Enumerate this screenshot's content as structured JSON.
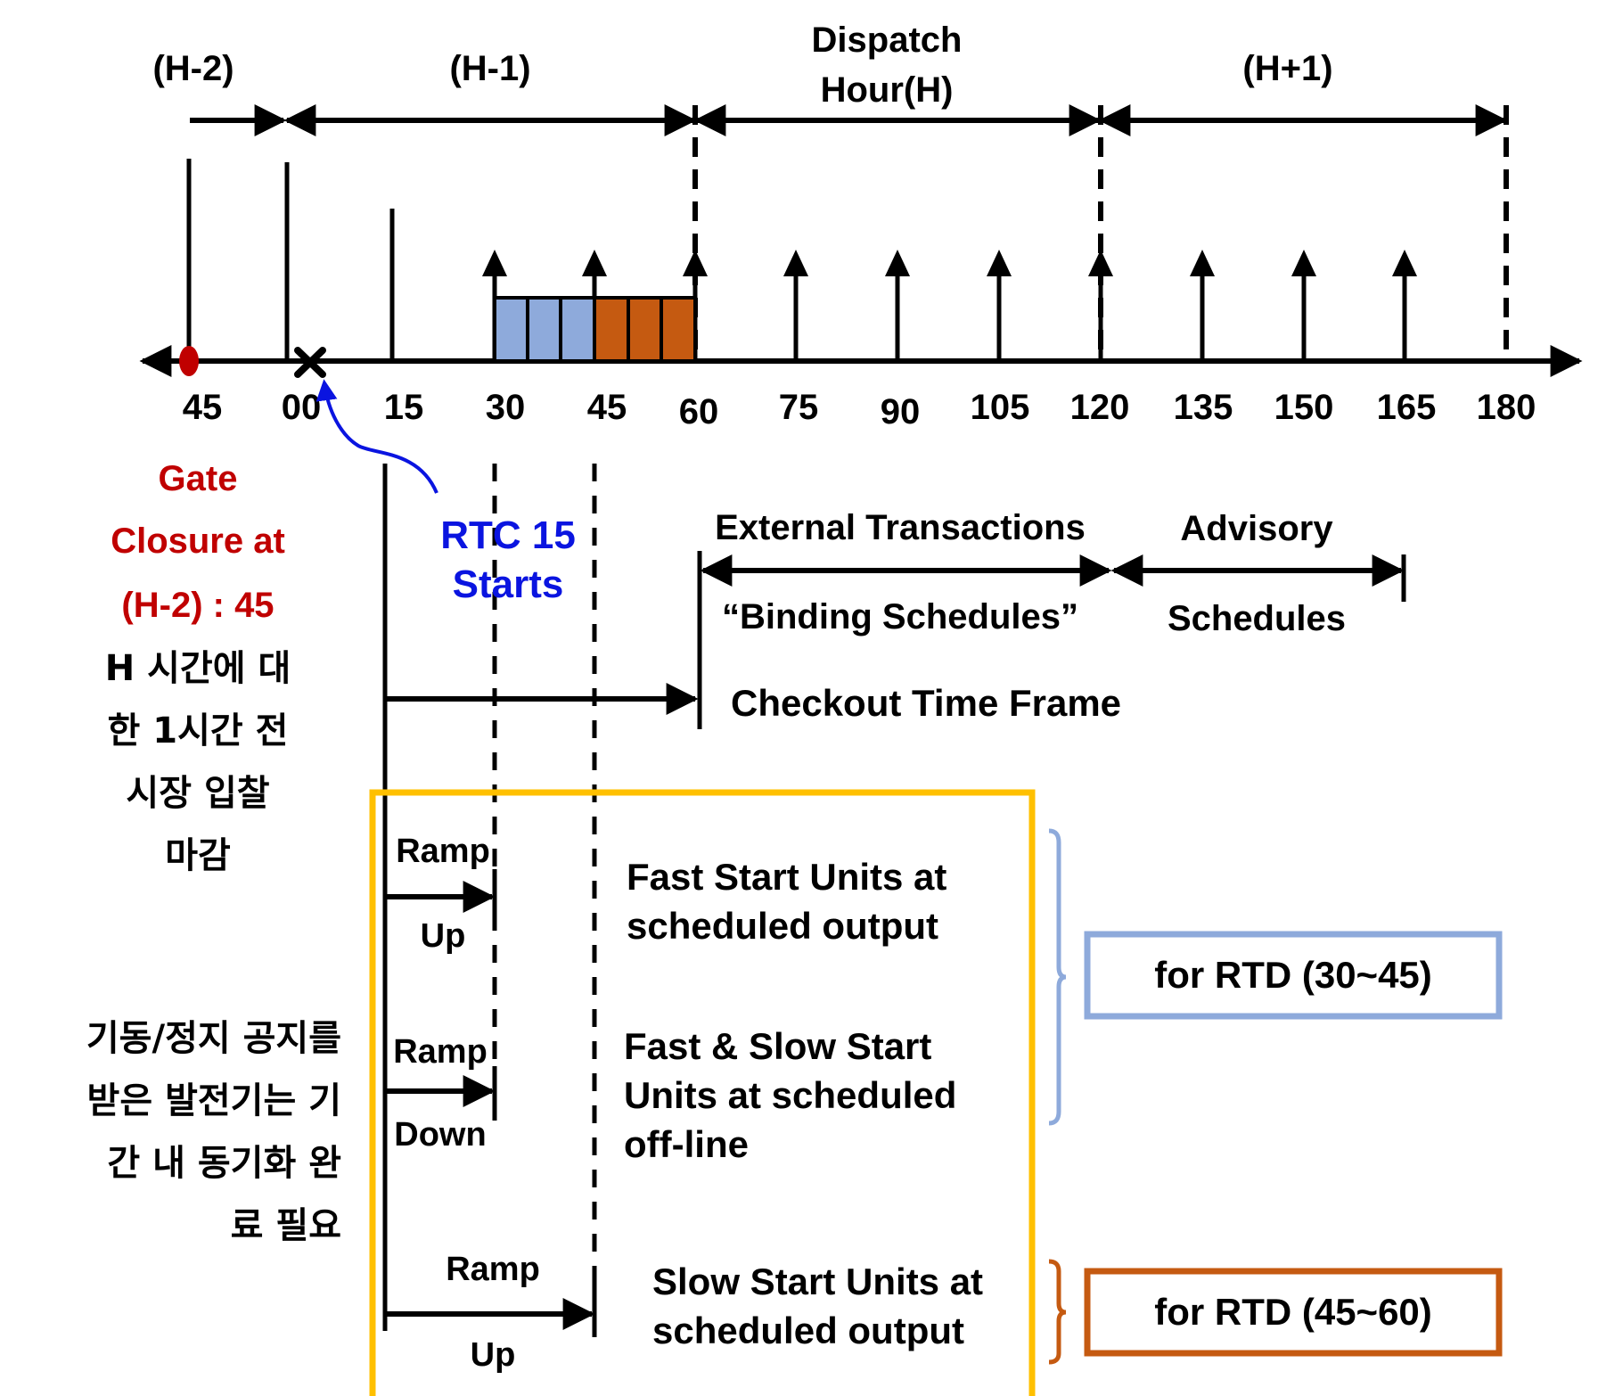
{
  "colors": {
    "gate": "#c00000",
    "rtc": "#0a14e0",
    "blue_interval": "#8eaadb",
    "orange_interval": "#c55a11",
    "box_yellow": "#ffc000",
    "box_blue": "#8eaadb",
    "box_orange": "#c55a11"
  },
  "periods": {
    "h_minus_2": "(H-2)",
    "h_minus_1": "(H-1)",
    "dispatch_line1": "Dispatch",
    "dispatch_line2": "Hour(H)",
    "h_plus_1": "(H+1)"
  },
  "ticks": [
    "45",
    "00",
    "15",
    "30",
    "45",
    "60",
    "75",
    "90",
    "105",
    "120",
    "135",
    "150",
    "165",
    "180"
  ],
  "gate": {
    "line1": "Gate",
    "line2": "Closure at",
    "line3": "(H-2) : 45"
  },
  "korean_gate": [
    "H 시간에 대",
    "한 1시간 전",
    "시장 입찰",
    "마감"
  ],
  "rtc": {
    "line1": "RTC 15",
    "line2": "Starts"
  },
  "external": {
    "title": "External Transactions",
    "binding": "“Binding Schedules”"
  },
  "advisory": {
    "title": "Advisory",
    "schedules": "Schedules"
  },
  "checkout": "Checkout Time Frame",
  "korean_sync": [
    "기동/정지 공지를",
    "받은 발전기는 기",
    "간 내 동기화 완",
    "료 필요"
  ],
  "ramp_up_1": {
    "top": "Ramp",
    "bottom": "Up"
  },
  "ramp_down": {
    "top": "Ramp",
    "bottom": "Down"
  },
  "ramp_up_2": {
    "top": "Ramp",
    "bottom": "Up"
  },
  "fast_start": [
    "Fast Start Units at",
    "scheduled output"
  ],
  "fast_slow": [
    "Fast & Slow Start",
    "Units at scheduled",
    "off-line"
  ],
  "slow_start": [
    "Slow Start Units at",
    "scheduled output"
  ],
  "rtd_1": "for RTD (30~45)",
  "rtd_2": "for RTD (45~60)"
}
